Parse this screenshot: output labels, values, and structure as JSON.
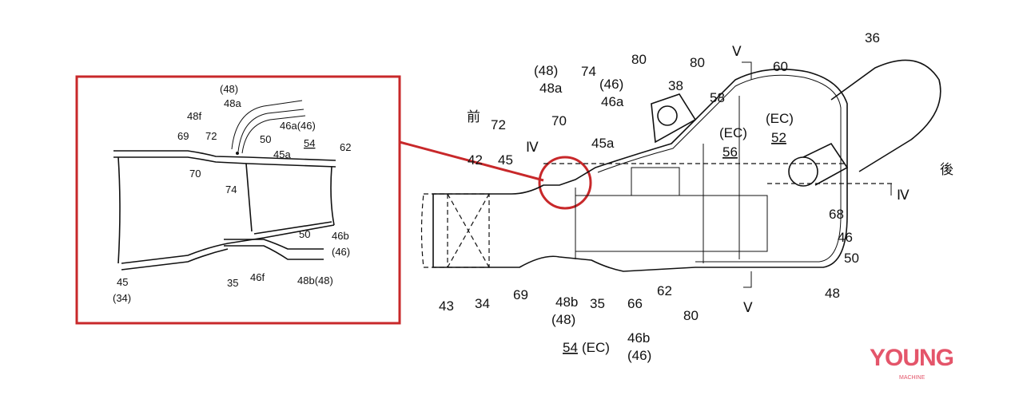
{
  "inset": {
    "labels": {
      "p48": "(48)",
      "l48a": "48a",
      "l48f": "48f",
      "l46a46": "46a(46)",
      "l69": "69",
      "l72": "72",
      "l50a": "50",
      "l54": "54",
      "l62": "62",
      "l45a": "45a",
      "l70": "70",
      "l74": "74",
      "l50b": "50",
      "l46b": "46b",
      "p46": "(46)",
      "l45": "45",
      "p34": "(34)",
      "l35": "35",
      "l46f": "46f",
      "l48b48": "48b(48)"
    },
    "frame_color": "#c8282a"
  },
  "main": {
    "labels": {
      "front": "前",
      "rear": "後",
      "l72": "72",
      "l42": "42",
      "l45": "45",
      "iv1": "Ⅳ",
      "l70": "70",
      "p48": "(48)",
      "l48a": "48a",
      "l74": "74",
      "p46": "(46)",
      "l46a": "46a",
      "l45a": "45a",
      "l80a": "80",
      "l80b": "80",
      "l38": "38",
      "l58": "58",
      "v1": "Ⅴ",
      "l60": "60",
      "l36": "36",
      "ec56": "(EC)",
      "l56": "56",
      "ec52": "(EC)",
      "l52": "52",
      "iv2": "Ⅳ",
      "l68": "68",
      "l46": "46",
      "l50": "50",
      "l48": "48",
      "l43": "43",
      "l34": "34",
      "l69": "69",
      "l48b": "48b",
      "p48b": "(48)",
      "l35": "35",
      "l66": "66",
      "l62": "62",
      "l80c": "80",
      "v2": "Ⅴ",
      "l54": "54",
      "ec54": "(EC)",
      "l46b": "46b",
      "p46b": "(46)"
    }
  },
  "watermark": {
    "text": "YOUNG",
    "sub": "MACHINE",
    "color": "#e4556a"
  }
}
